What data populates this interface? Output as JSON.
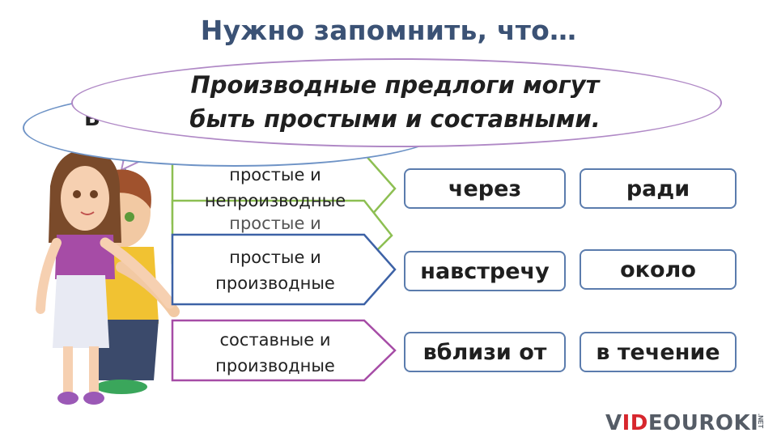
{
  "title": "Нужно запомнить, что…",
  "bubble_back_text": "В",
  "bubble_main": {
    "line1": "Производные предлоги могут",
    "line2": "быть простыми и составными."
  },
  "categories": [
    {
      "line1": "простые и",
      "line2": "непроизводные"
    },
    {
      "line1": "простые и",
      "line2": "производные"
    },
    {
      "line1": "составные и",
      "line2": "производные"
    }
  ],
  "hidden_label": "простые и",
  "answers": [
    [
      "через",
      "ради"
    ],
    [
      "навстречу",
      "около"
    ],
    [
      "вблизи от",
      "в течение"
    ]
  ],
  "logo": {
    "pre": "V",
    "accent": "ID",
    "post": "EOUROKI",
    "suffix": ".NET"
  },
  "colors": {
    "title": "#3b5275",
    "arrow_border": "#8dbf52",
    "arrow_border_blue": "#3d62a6",
    "answer_border": "#5b7cad",
    "bubble_main_border": "#b089c6",
    "bubble_back_border": "#6e93c6",
    "logo_accent": "#d7262d"
  }
}
